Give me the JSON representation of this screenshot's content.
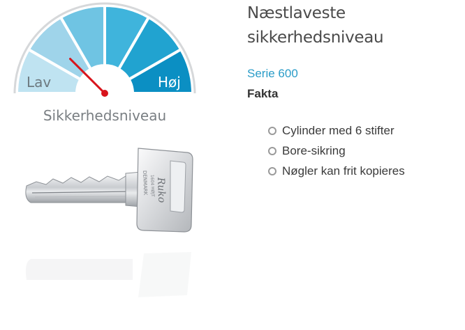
{
  "gauge": {
    "low_label": "Lav",
    "high_label": "Høj",
    "caption": "Sikkerhedsniveau",
    "level": 2,
    "levels_total": 6,
    "segment_colors": [
      "#bfe3f1",
      "#9fd4ea",
      "#6fc4e3",
      "#3fb4dc",
      "#21a3d0",
      "#0b8fc3"
    ],
    "needle_color": "#d8141c"
  },
  "product": {
    "title_line1": "Næstlaveste",
    "title_line2": "sikkerhedsniveau",
    "series": "Serie 600",
    "facts_heading": "Fakta",
    "features": [
      "Cylinder med 6 stifter",
      "Bore-sikring",
      "Nøgler kan frit kopieres"
    ]
  },
  "key_image": {
    "brand_text": "Ruko",
    "engraving_line1": "1604 HØJT",
    "engraving_line2": "DENMARK"
  }
}
